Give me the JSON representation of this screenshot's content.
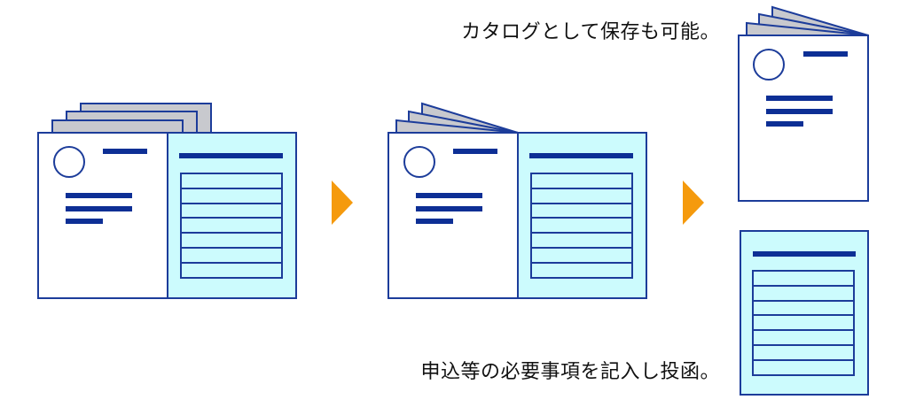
{
  "captions": {
    "keep_as_catalog": "カタログとして保存も可能。",
    "fill_and_mail": "申込等の必要事項を記入し投函。"
  },
  "colors": {
    "outline": "#1c3c9a",
    "text_bar": "#0d2f95",
    "form_fill": "#ccfbfd",
    "back_pages": "#c8c9ce",
    "arrow": "#f59a0d",
    "paper": "#ffffff"
  },
  "icons": {
    "step_arrow": "orange-triangle-arrow",
    "profile": "circle-avatar-icon"
  }
}
